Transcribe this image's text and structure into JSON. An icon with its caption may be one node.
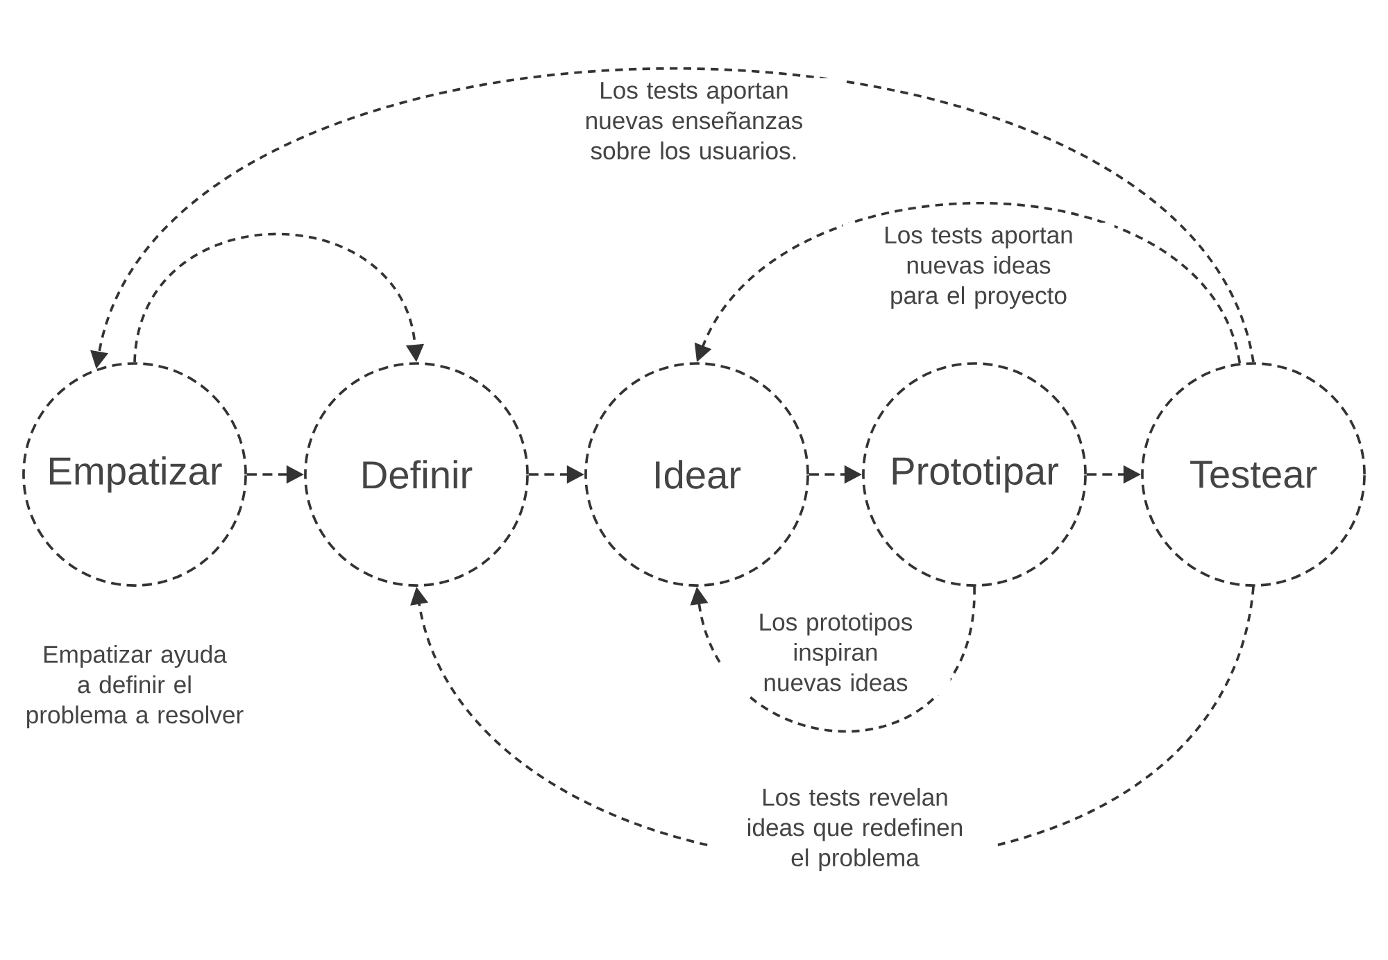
{
  "diagram": {
    "nodes": [
      {
        "text": [
          "Empatizar"
        ]
      },
      {
        "text": [
          "Definir"
        ]
      },
      {
        "text": [
          "Idear"
        ]
      },
      {
        "text": [
          "Prototipar"
        ]
      },
      {
        "text": [
          "Testear"
        ]
      }
    ],
    "edges": [
      {
        "from": 0,
        "to": 1,
        "arrow": "to"
      },
      {
        "from": 1,
        "to": 2,
        "arrow": "to"
      },
      {
        "from": 2,
        "to": 3,
        "arrow": "to"
      },
      {
        "from": 3,
        "to": 4,
        "arrow": "to"
      },
      {
        "from": 0,
        "to": 1,
        "arrow": "to",
        "style": "dashed"
      },
      {
        "from": 4,
        "to": 0,
        "arrow": "to",
        "style": "dashed",
        "label": "Los tests aportan nuevas enseñanzas sobre los usuarios."
      },
      {
        "from": 4,
        "to": 2,
        "arrow": "to",
        "style": "dashed",
        "label": "Los tests aportan nuevas ideas para el proyecto"
      },
      {
        "from": 3,
        "to": 2,
        "arrow": "to",
        "style": "dashed",
        "label": "Los prototipos inspiran nuevas ideas"
      },
      {
        "from": 4,
        "to": 1,
        "arrow": "to",
        "style": "dashed",
        "label": "Los tests revelan ideas que redefinen el problema"
      }
    ],
    "labels": [
      "Empatizar ayuda a definir el problema a resolver"
    ]
  }
}
